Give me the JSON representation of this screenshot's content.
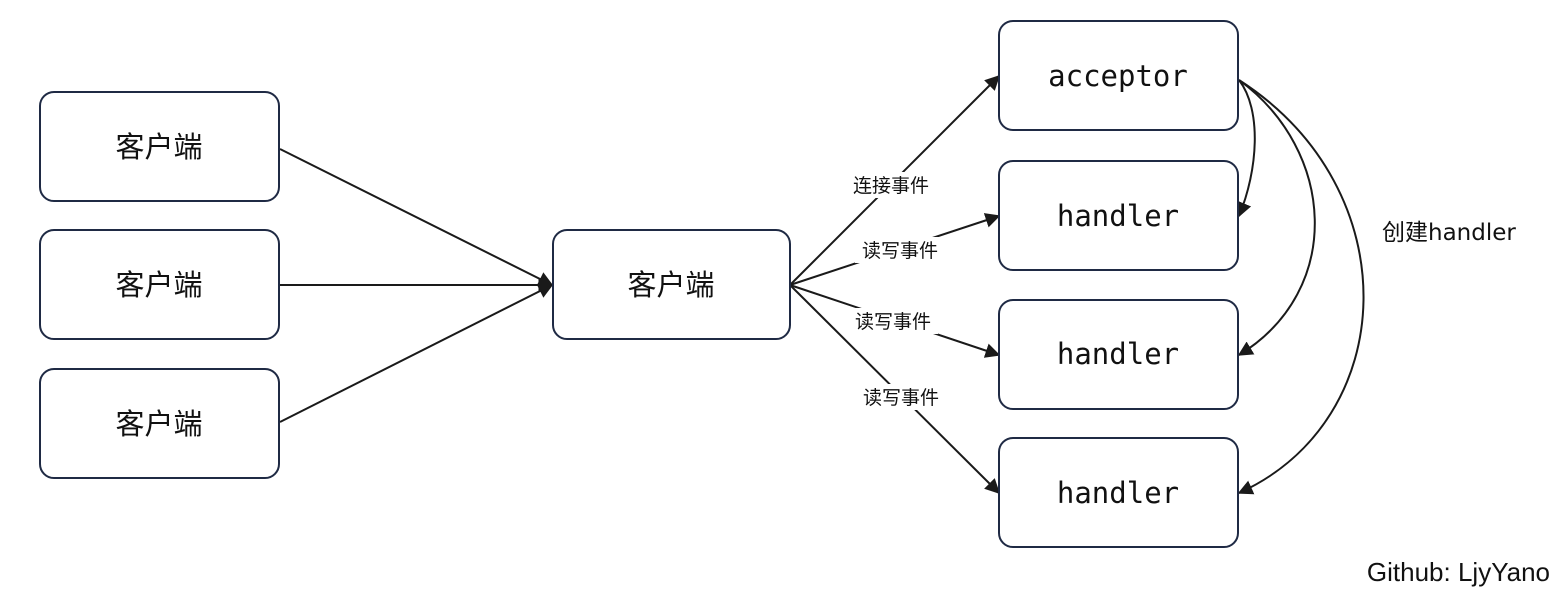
{
  "nodes": {
    "client_1": "客户端",
    "client_2": "客户端",
    "client_3": "客户端",
    "center": "客户端",
    "acceptor": "acceptor",
    "handler_1": "handler",
    "handler_2": "handler",
    "handler_3": "handler"
  },
  "edge_labels": {
    "connect_event": "连接事件",
    "rw_event_1": "读写事件",
    "rw_event_2": "读写事件",
    "rw_event_3": "读写事件"
  },
  "side_label": "创建handler",
  "watermark": "Github: LjyYano",
  "colors": {
    "node_border": "#1f2a44",
    "line": "#1a1a1a"
  }
}
